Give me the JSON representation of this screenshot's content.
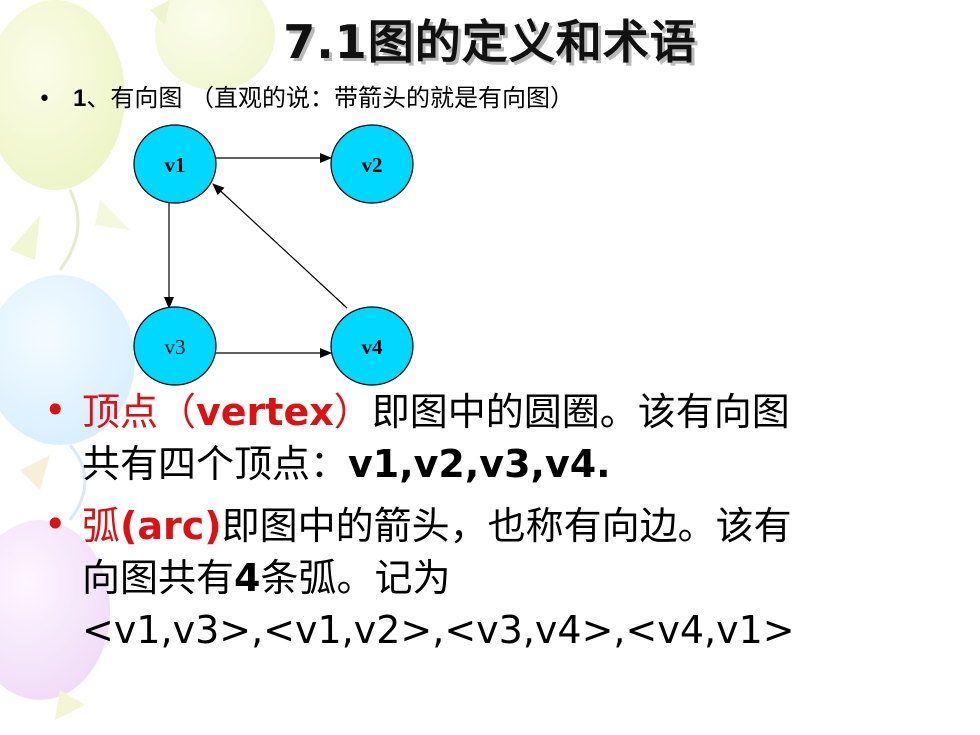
{
  "slide": {
    "title": "7.1图的定义和术语",
    "subtitle": {
      "bullet": "•",
      "number": "1",
      "text": "、有向图 （直观的说：带箭头的就是有向图）"
    },
    "graph": {
      "nodes": [
        {
          "id": "v1",
          "label": "v1"
        },
        {
          "id": "v2",
          "label": "v2"
        },
        {
          "id": "v3",
          "label": "v3"
        },
        {
          "id": "v4",
          "label": "v4"
        }
      ],
      "edges": [
        [
          "v1",
          "v2"
        ],
        [
          "v1",
          "v3"
        ],
        [
          "v3",
          "v4"
        ],
        [
          "v4",
          "v1"
        ]
      ],
      "node_fill": "#00d8ff"
    },
    "para1": {
      "bullet": "•",
      "term": "顶点（",
      "term_en": "vertex",
      "term_close": "）",
      "rest1": "即图中的圆圈。该有向图",
      "line2a": "共有四个顶点：",
      "line2b": "v1,v2,v3,v4."
    },
    "para2": {
      "bullet": "•",
      "term": "弧",
      "term_en": "(arc)",
      "rest1": "即图中的箭头，也称有向边。该有",
      "line2a": "向图共有",
      "line2num": "4",
      "line2b": "条弧。记为",
      "line3": "<v1,v3>,<v1,v2>,<v3,v4>,<v4,v1>"
    },
    "colors": {
      "accent": "#e01010"
    }
  }
}
